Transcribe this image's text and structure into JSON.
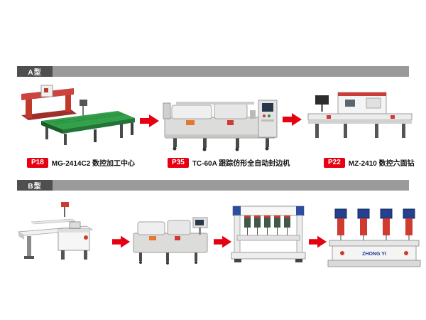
{
  "colors": {
    "accent_red": "#e60012",
    "bar_gray": "#9a9a9a",
    "bar_label_bg": "#4f4f4f",
    "conveyor_green": "#33a04a",
    "machine_red": "#c0392b",
    "machine_blue": "#2b4ea2"
  },
  "sections": {
    "a": {
      "label": "A型",
      "captions": [
        {
          "badge": "P18",
          "text": "MG-2414C2 数控加工中心"
        },
        {
          "badge": "P35",
          "text": "TC-60A 跟踪仿形全自动封边机"
        },
        {
          "badge": "P22",
          "text": "MZ-2410 数控六面钻"
        }
      ]
    },
    "b": {
      "label": "B型",
      "brand_text": "ZHONG YI"
    }
  }
}
